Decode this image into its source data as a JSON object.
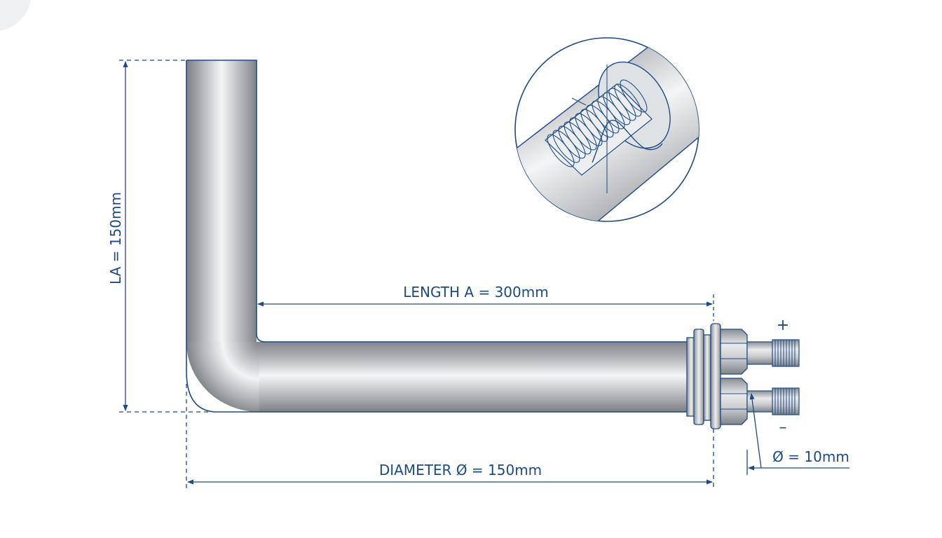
{
  "labels": {
    "height_dim": "LA = 150mm",
    "length_dim": "LENGTH A = 300mm",
    "diameter_dim": "DIAMETER Ø = 150mm",
    "terminal_dim": "Ø = 10mm",
    "plus": "+",
    "minus": "–"
  },
  "colors": {
    "line": "#1d4a86",
    "metal_dark": "#7d8187",
    "metal_light": "#f2f3f4",
    "background": "#ffffff"
  }
}
